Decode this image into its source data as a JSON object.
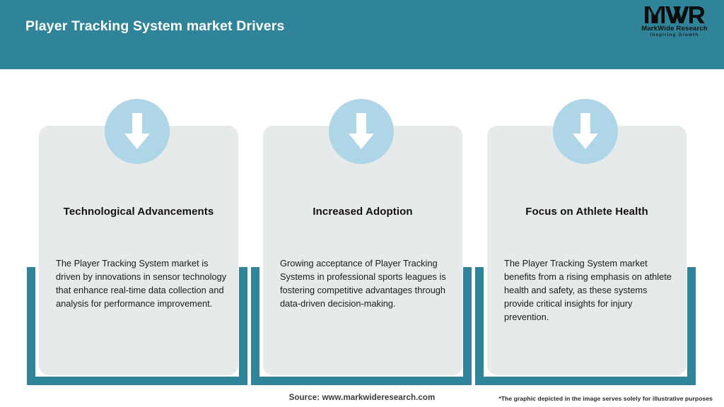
{
  "header": {
    "title": "Player Tracking System market Drivers",
    "background_color": "#2f8499",
    "title_color": "#ffffff"
  },
  "logo": {
    "mark_text": "MWR",
    "name": "MarkWide Research",
    "tagline": "Inspiring Growth",
    "icon": "mwr-logo-icon"
  },
  "cards": [
    {
      "icon": "down-arrow-icon",
      "title": "Technological Advancements",
      "body": "The Player Tracking System market is driven by innovations in sensor technology that enhance real-time data collection and analysis for performance improvement."
    },
    {
      "icon": "down-arrow-icon",
      "title": "Increased Adoption",
      "body": "Growing acceptance of Player Tracking Systems in professional sports leagues is fostering competitive advantages through data-driven decision-making."
    },
    {
      "icon": "down-arrow-icon",
      "title": "Focus on Athlete Health",
      "body": "The Player Tracking System market benefits from a rising emphasis on athlete health and safety, as these systems provide critical insights for injury prevention."
    }
  ],
  "footer": {
    "source": "Source: www.markwideresearch.com",
    "disclaimer": "*The graphic depicted in the image serves solely for illustrative purposes"
  },
  "colors": {
    "accent_teal": "#2f8499",
    "card_fill": "#e7eaeb",
    "icon_circle": "#aed6e6",
    "arrow": "#ffffff"
  }
}
